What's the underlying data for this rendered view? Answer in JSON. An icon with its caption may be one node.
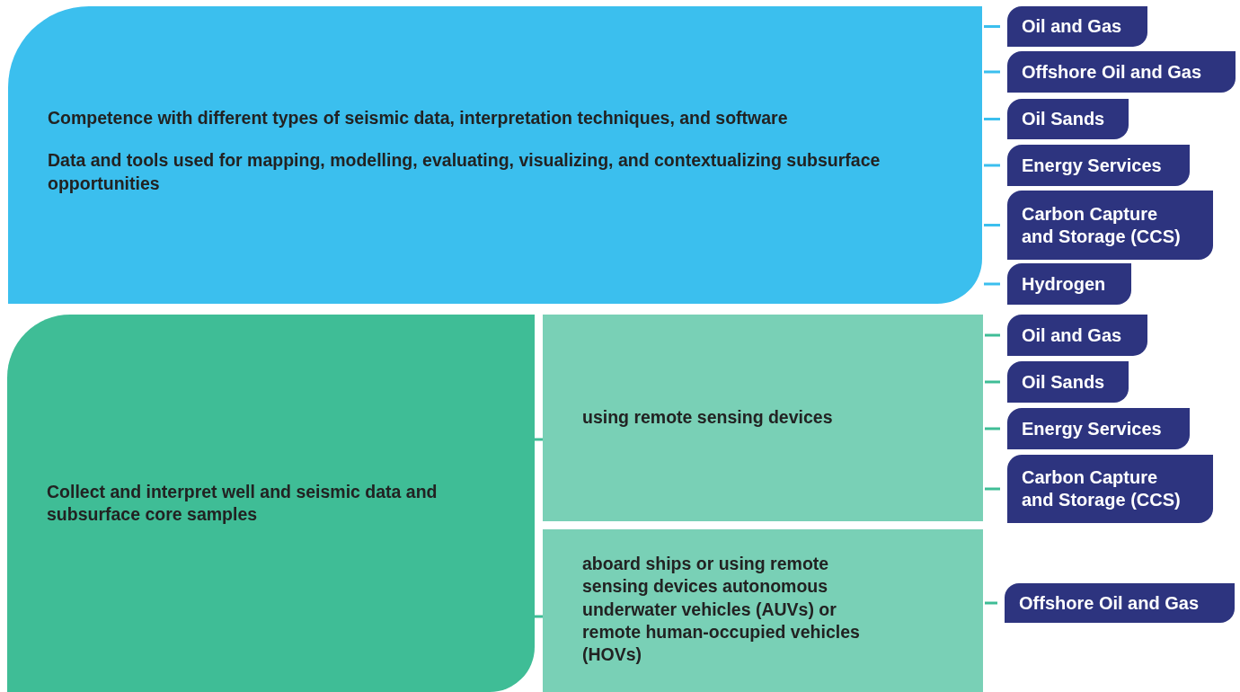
{
  "diagram": {
    "nodes": [
      {
        "text": [
          "Competence with different types of seismic data, interpretation techniques, and software",
          "Data and tools used for mapping, modelling, evaluating, visualizing, and contextualizing subsurface opportunities"
        ]
      },
      {
        "text": [
          "Oil and Gas"
        ]
      },
      {
        "text": [
          "Offshore Oil and Gas"
        ]
      },
      {
        "text": [
          "Oil Sands"
        ]
      },
      {
        "text": [
          "Energy Services"
        ]
      },
      {
        "text": [
          "Carbon Capture and Storage (CCS)"
        ]
      },
      {
        "text": [
          "Hydrogen"
        ]
      },
      {
        "text": [
          "Collect and interpret well and seismic data and subsurface core samples"
        ]
      },
      {
        "text": [
          "using remote sensing devices"
        ]
      },
      {
        "text": [
          "aboard ships or using remote sensing devices autonomous underwater vehicles (AUVs) or remote human-occupied vehicles (HOVs)"
        ]
      },
      {
        "text": [
          "Oil and Gas"
        ]
      },
      {
        "text": [
          "Oil Sands"
        ]
      },
      {
        "text": [
          "Energy Services"
        ]
      },
      {
        "text": [
          "Carbon Capture and Storage (CCS)"
        ]
      },
      {
        "text": [
          "Offshore Oil and Gas"
        ]
      }
    ],
    "edges": [
      {
        "from": 0,
        "to": 1,
        "arrow": "none",
        "color": "#3bbfee"
      },
      {
        "from": 0,
        "to": 2,
        "arrow": "none",
        "color": "#3bbfee"
      },
      {
        "from": 0,
        "to": 3,
        "arrow": "none",
        "color": "#3bbfee"
      },
      {
        "from": 0,
        "to": 4,
        "arrow": "none",
        "color": "#3bbfee"
      },
      {
        "from": 0,
        "to": 5,
        "arrow": "none",
        "color": "#3bbfee"
      },
      {
        "from": 0,
        "to": 6,
        "arrow": "none",
        "color": "#3bbfee"
      },
      {
        "from": 7,
        "to": 8,
        "arrow": "none"
      },
      {
        "from": 7,
        "to": 9,
        "arrow": "none"
      },
      {
        "from": 8,
        "to": 10,
        "arrow": "none"
      },
      {
        "from": 8,
        "to": 11,
        "arrow": "none"
      },
      {
        "from": 8,
        "to": 12,
        "arrow": "none"
      },
      {
        "from": 8,
        "to": 13,
        "arrow": "none"
      },
      {
        "from": 9,
        "to": 14,
        "arrow": "none"
      }
    ]
  }
}
